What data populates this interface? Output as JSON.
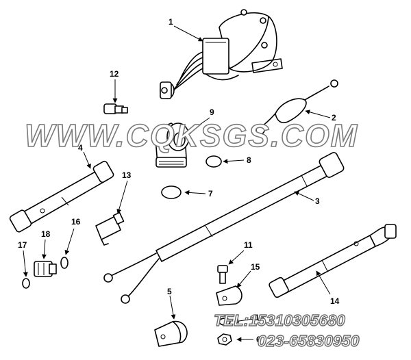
{
  "watermark": {
    "site": "WWW.CQKSGS.COM",
    "phone_1": "TEL:15310305680",
    "phone_2": "023-65830950"
  },
  "callouts": [
    {
      "id": "1",
      "label": "1"
    },
    {
      "id": "2",
      "label": "2"
    },
    {
      "id": "3",
      "label": "3"
    },
    {
      "id": "4",
      "label": "4"
    },
    {
      "id": "5",
      "label": "5"
    },
    {
      "id": "6",
      "label": "6"
    },
    {
      "id": "7",
      "label": "7"
    },
    {
      "id": "8",
      "label": "8"
    },
    {
      "id": "9",
      "label": "9"
    },
    {
      "id": "10",
      "label": "10"
    },
    {
      "id": "11",
      "label": "11"
    },
    {
      "id": "12",
      "label": "12"
    },
    {
      "id": "13",
      "label": "13"
    },
    {
      "id": "14",
      "label": "14"
    },
    {
      "id": "15",
      "label": "15"
    },
    {
      "id": "16",
      "label": "16"
    },
    {
      "id": "17",
      "label": "17"
    },
    {
      "id": "18",
      "label": "18"
    }
  ]
}
